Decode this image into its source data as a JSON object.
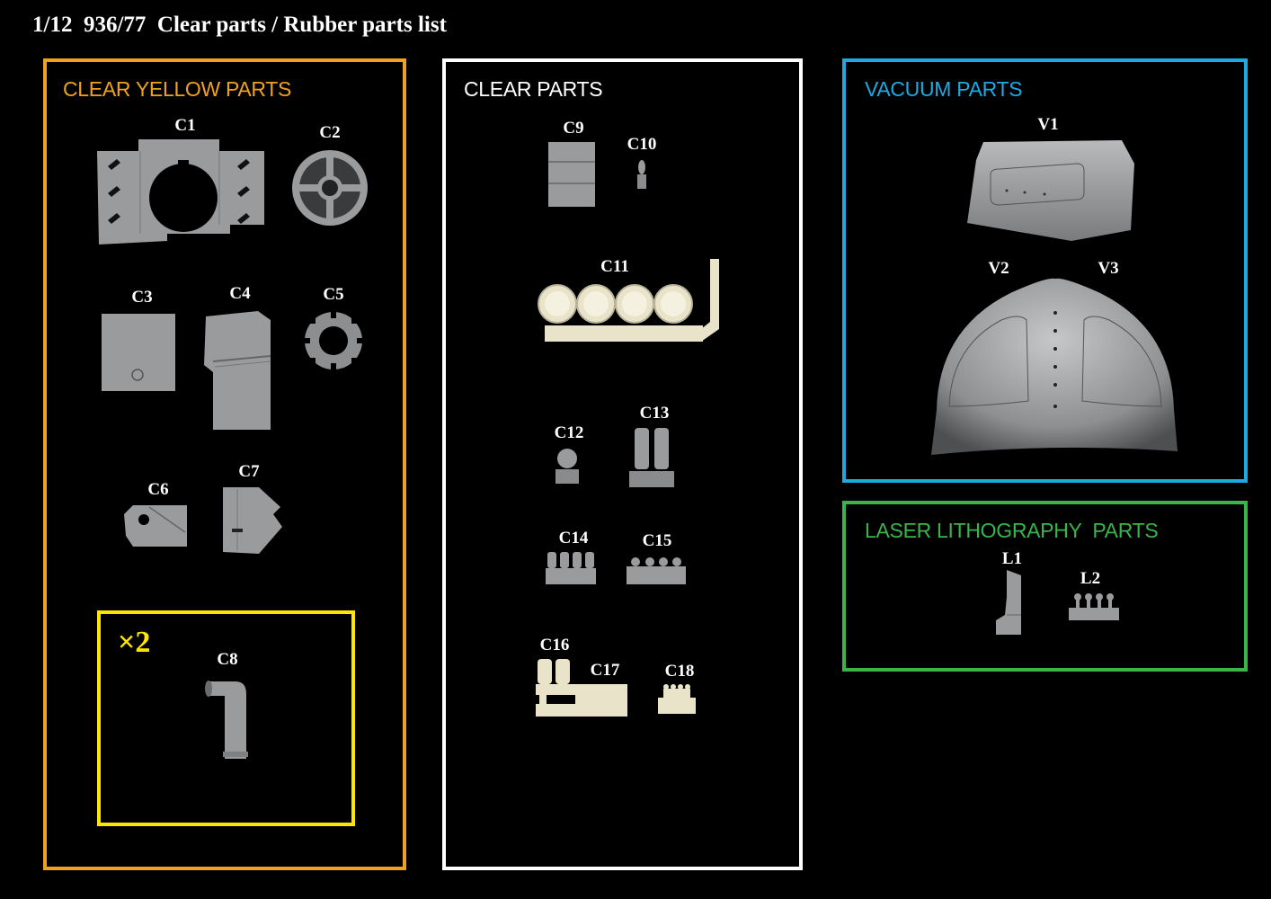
{
  "title": "1/12  936/77  Clear parts / Rubber parts list",
  "colors": {
    "clear_yellow": "#f0a21f",
    "clear": "#ffffff",
    "vacuum": "#1ea9e1",
    "laser": "#3ab54a",
    "multiplier": "#ffe600",
    "part_gray": "#9a9b9d",
    "part_cream": "#e9e4c9"
  },
  "panels": {
    "clear_yellow": {
      "title": "CLEAR YELLOW PARTS",
      "parts": [
        "C1",
        "C2",
        "C3",
        "C4",
        "C5",
        "C6",
        "C7"
      ],
      "sub_box": {
        "multiplier": "×2",
        "part": "C8"
      }
    },
    "clear": {
      "title": "CLEAR PARTS",
      "parts": [
        "C9",
        "C10",
        "C11",
        "C12",
        "C13",
        "C14",
        "C15",
        "C16",
        "C17",
        "C18"
      ]
    },
    "vacuum": {
      "title": "VACUUM PARTS",
      "parts": [
        "V1",
        "V2",
        "V3"
      ]
    },
    "laser": {
      "title": "LASER LITHOGRAPHY  PARTS",
      "parts": [
        "L1",
        "L2"
      ]
    }
  }
}
